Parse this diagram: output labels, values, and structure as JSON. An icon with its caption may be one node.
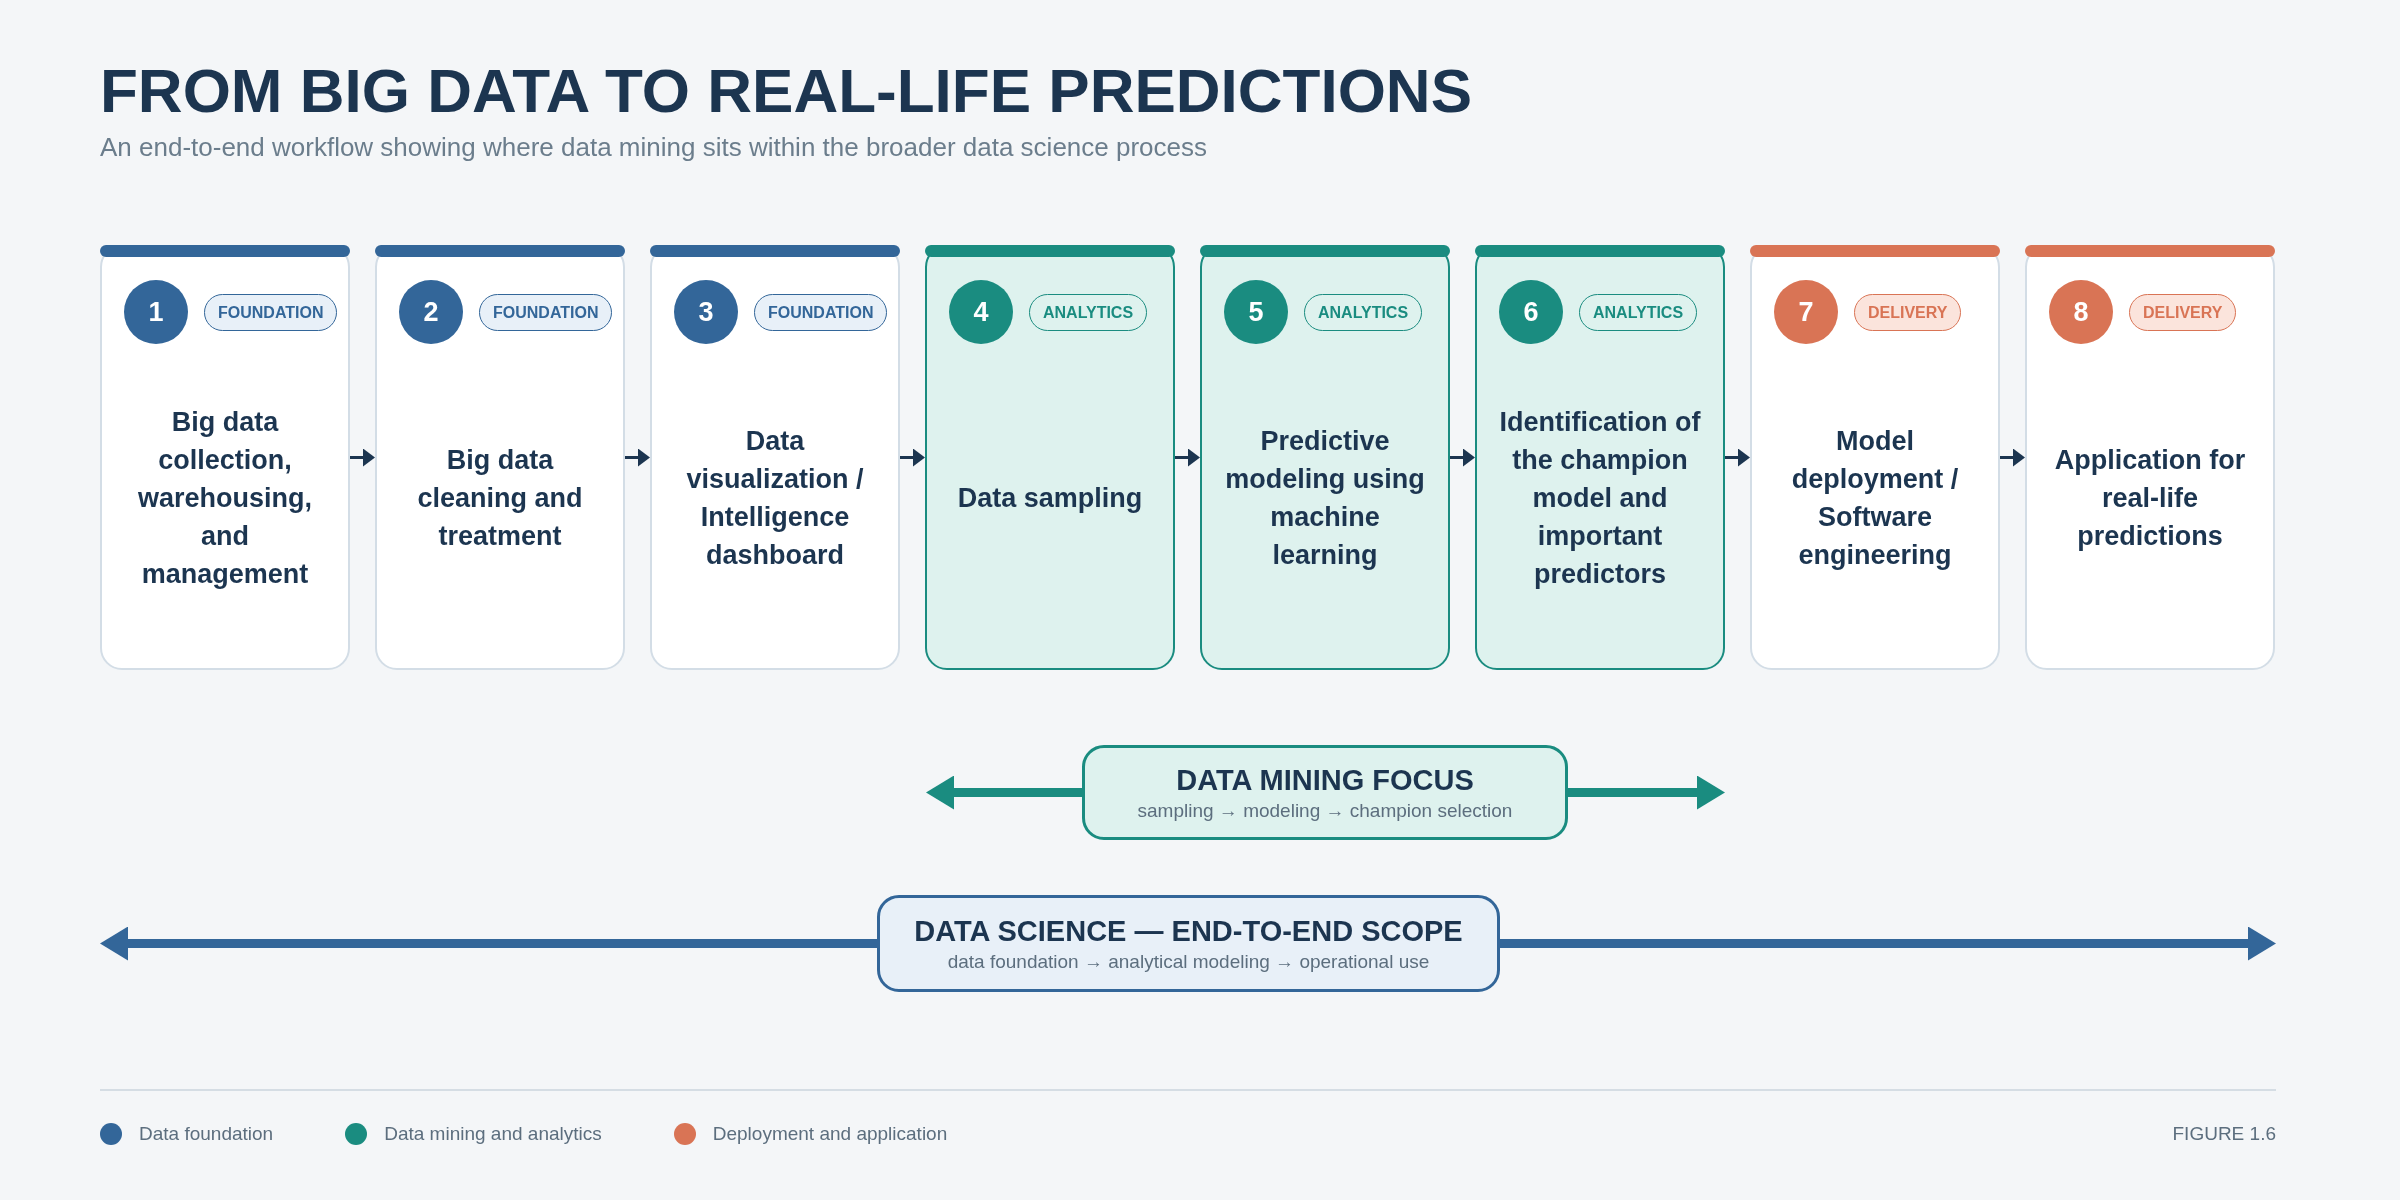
{
  "diagram": {
    "title": "FROM BIG DATA TO REAL-LIFE PREDICTIONS",
    "nodes": [
      {
        "text": [
          "Big data collection, warehousing, and management"
        ]
      },
      {
        "text": [
          "1"
        ],
        "in": 0
      },
      {
        "text": [
          "FOUNDATION"
        ],
        "in": 0
      },
      {
        "text": [
          "Big data cleaning and treatment"
        ]
      },
      {
        "text": [
          "2"
        ],
        "in": 3
      },
      {
        "text": [
          "FOUNDATION"
        ],
        "in": 3
      },
      {
        "text": [
          "Data visualization / Intelligence dashboard"
        ]
      },
      {
        "text": [
          "3"
        ],
        "in": 6
      },
      {
        "text": [
          "FOUNDATION"
        ],
        "in": 6
      },
      {
        "text": [
          "Data sampling"
        ]
      },
      {
        "text": [
          "4"
        ],
        "in": 9
      },
      {
        "text": [
          "ANALYTICS"
        ],
        "in": 9
      },
      {
        "text": [
          "Predictive modeling using machine learning"
        ]
      },
      {
        "text": [
          "5"
        ],
        "in": 12
      },
      {
        "text": [
          "ANALYTICS"
        ],
        "in": 12
      },
      {
        "text": [
          "Identification of the champion model and important predictors"
        ]
      },
      {
        "text": [
          "6"
        ],
        "in": 15
      },
      {
        "text": [
          "ANALYTICS"
        ],
        "in": 15
      },
      {
        "text": [
          "Model deployment / Software engineering"
        ]
      },
      {
        "text": [
          "7"
        ],
        "in": 18
      },
      {
        "text": [
          "DELIVERY"
        ],
        "in": 18
      },
      {
        "text": [
          "Application for real-life predictions"
        ]
      },
      {
        "text": [
          "8"
        ],
        "in": 21
      },
      {
        "text": [
          "DELIVERY"
        ],
        "in": 21
      },
      {
        "text": [
          "DATA MINING FOCUS",
          "sampling → modeling → champion selection"
        ]
      },
      {
        "text": [
          "DATA SCIENCE — END-TO-END SCOPE",
          "data foundation → analytical modeling → operational use"
        ]
      }
    ],
    "edges": [
      {
        "from": 0,
        "to": 3,
        "arrow": "to"
      },
      {
        "from": 3,
        "to": 6,
        "arrow": "to"
      },
      {
        "from": 6,
        "to": 9,
        "arrow": "to"
      },
      {
        "from": 9,
        "to": 12,
        "arrow": "to"
      },
      {
        "from": 12,
        "to": 15,
        "arrow": "to"
      },
      {
        "from": 15,
        "to": 18,
        "arrow": "to"
      },
      {
        "from": 18,
        "to": 21,
        "arrow": "to"
      },
      {
        "from": 24,
        "to": null,
        "arrow": "to",
        "style": "thick",
        "color": "#1a8c80"
      },
      {
        "from": 24,
        "to": null,
        "arrow": "to",
        "style": "thick",
        "color": "#1a8c80"
      },
      {
        "from": 25,
        "to": null,
        "arrow": "to",
        "style": "thick",
        "color": "#336699"
      },
      {
        "from": 25,
        "to": null,
        "arrow": "to",
        "style": "thick",
        "color": "#336699"
      }
    ],
    "labels": [
      "An end-to-end workflow showing where data mining sits within the broader data science process",
      "FIGURE 1.6"
    ],
    "legend": [
      {
        "text": "Data foundation",
        "color": "#336699"
      },
      {
        "text": "Data mining and analytics",
        "color": "#1a8c80"
      },
      {
        "text": "Deployment and application",
        "color": "#d97455"
      }
    ]
  }
}
